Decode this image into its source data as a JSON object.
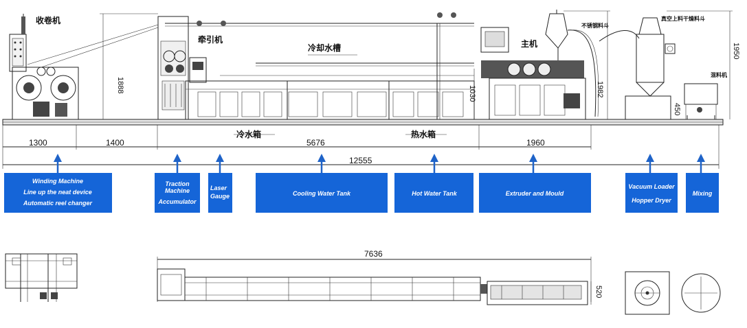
{
  "labels_cn": {
    "winder": "收卷机",
    "traction": "牵引机",
    "cooling_tank": "冷却水槽",
    "main_machine": "主机",
    "stainless_hopper": "不锈钢料斗",
    "vacuum_loader_dryer": "真空上料干燥料斗",
    "mixer": "混料机",
    "cold_water_box": "冷水箱",
    "hot_water_box": "热水箱"
  },
  "dimensions": {
    "seg1": "1300",
    "seg2": "1400",
    "seg3": "5676",
    "seg4": "1960",
    "total": "12555",
    "height_traction": "1888",
    "height_extruder": "1030",
    "height_hopper": "1982",
    "height_loader": "1950",
    "height_mixer": "450",
    "plan_length": "7636",
    "plan_width": "520"
  },
  "boxes": [
    {
      "id": "winding",
      "lines": [
        "Winding Machine",
        "Line up the neat device",
        "Automatic reel changer"
      ]
    },
    {
      "id": "traction",
      "lines": [
        "Traction",
        "Machine",
        "Accumulator"
      ]
    },
    {
      "id": "laser",
      "lines": [
        "Laser",
        "Gauge"
      ]
    },
    {
      "id": "cooling",
      "lines": [
        "Cooling Water Tank"
      ]
    },
    {
      "id": "hot",
      "lines": [
        "Hot Water Tank"
      ]
    },
    {
      "id": "extruder",
      "lines": [
        "Extruder and Mould"
      ]
    },
    {
      "id": "vacuum",
      "lines": [
        "Vacuum Loader",
        "Hopper Dryer"
      ]
    },
    {
      "id": "mixing",
      "lines": [
        "Mixing"
      ]
    }
  ],
  "colors": {
    "box_fill": "#1565d8",
    "arrow": "#1f63c8",
    "line": "#222222"
  }
}
